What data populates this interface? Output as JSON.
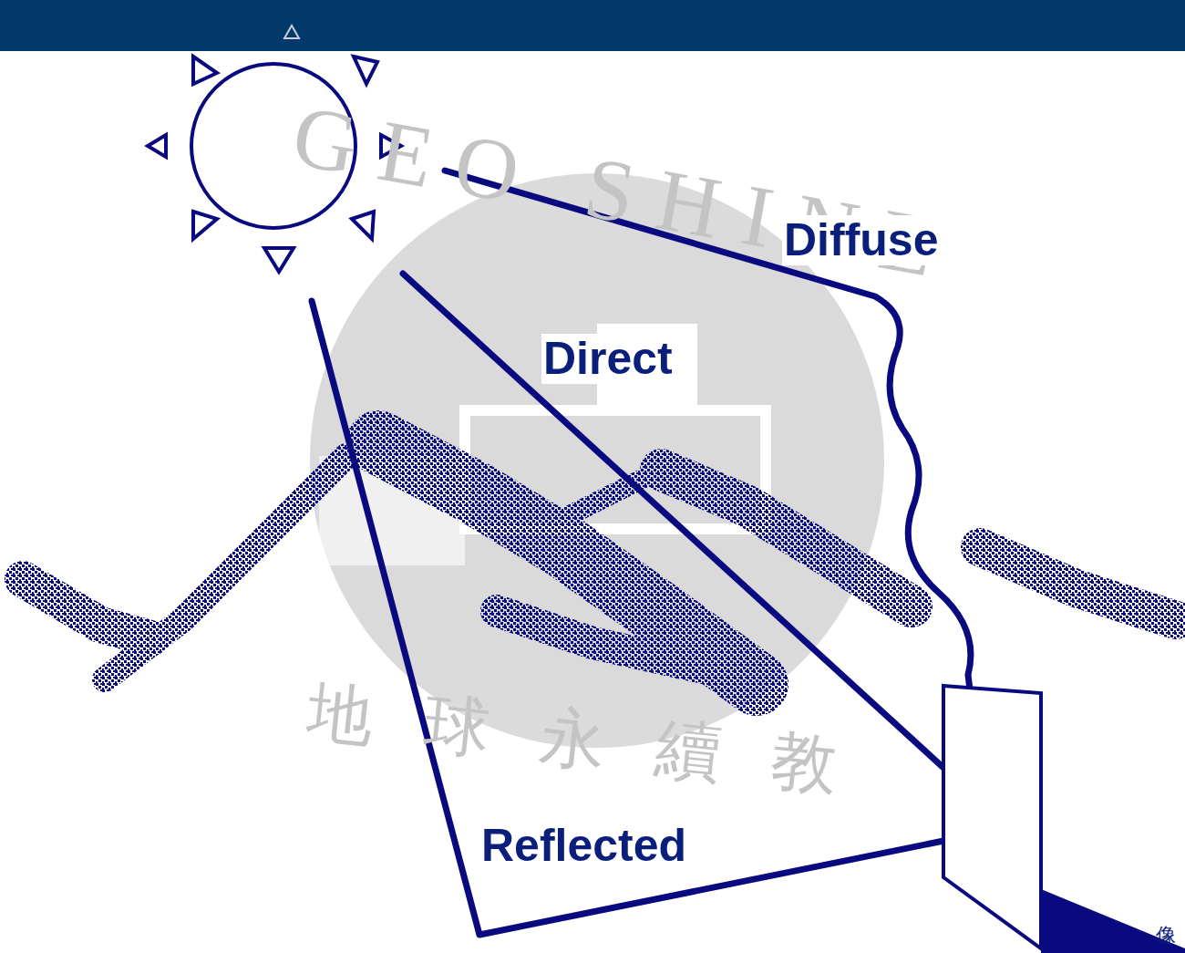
{
  "diagram": {
    "labels": [
      "GEO SHINE",
      "地球永續教",
      "Diffuse",
      "Direct",
      "Reflected",
      "像"
    ]
  }
}
